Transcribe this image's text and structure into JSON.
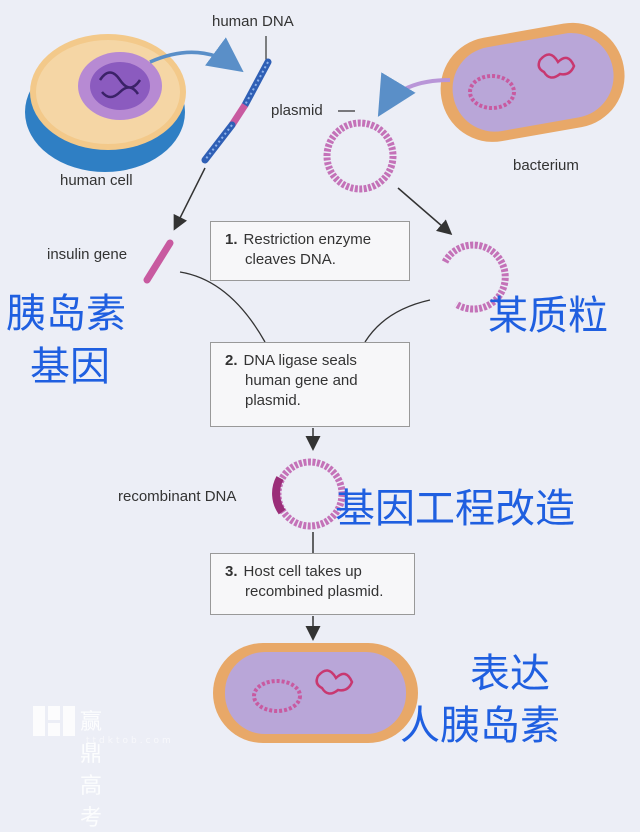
{
  "labels": {
    "human_dna": "human DNA",
    "plasmid": "plasmid",
    "human_cell": "human cell",
    "bacterium": "bacterium",
    "insulin_gene": "insulin gene",
    "recombinant_dna": "recombinant DNA"
  },
  "steps": [
    {
      "num": "1.",
      "line1": "Restriction enzyme",
      "line2": "cleaves DNA.",
      "line3": ""
    },
    {
      "num": "2.",
      "line1": "DNA ligase seals",
      "line2": "human gene and",
      "line3": "plasmid."
    },
    {
      "num": "3.",
      "line1": "Host cell takes up",
      "line2": "recombined plasmid.",
      "line3": ""
    }
  ],
  "annotations": {
    "insulin_gene_line1": "胰岛素",
    "insulin_gene_line2": "基因",
    "plasmid_cn": "某质粒",
    "engineering": "基因工程改造",
    "express_line1": "表达",
    "express_line2": "人胰岛素"
  },
  "watermark": {
    "text": "赢鼎高考",
    "url": "ttdktob.com"
  }
}
